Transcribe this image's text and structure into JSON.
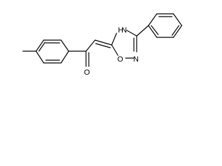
{
  "molecule": {
    "atoms": {
      "methyl": "",
      "carbonyl_oxygen": "O",
      "ring_nh": "H",
      "ring_nh_atom": "N",
      "ring_oxygen": "O",
      "ring_nitrogen": "N"
    },
    "colors": {
      "bonds": "#000000",
      "labels": "#000000",
      "background": "#ffffff"
    }
  }
}
